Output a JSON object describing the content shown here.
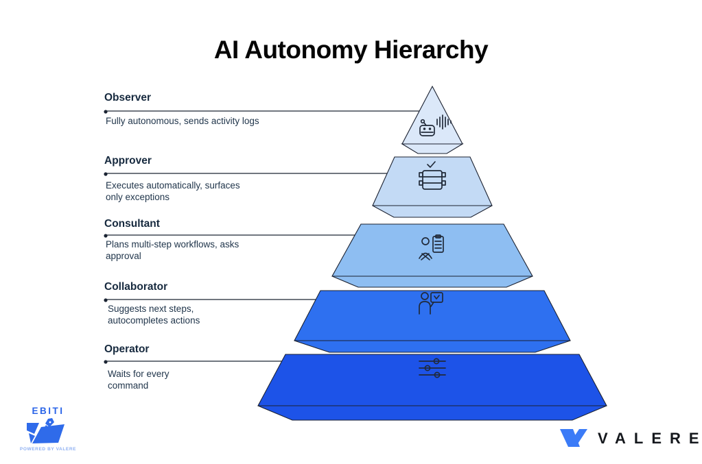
{
  "title": "AI Autonomy Hierarchy",
  "levels": [
    {
      "name": "Observer",
      "description": [
        "Fully autonomous, sends activity logs"
      ],
      "color": "#dbe8f9",
      "icon": "robot-activity-icon"
    },
    {
      "name": "Approver",
      "description": [
        "Executes automatically, surfaces",
        "only exceptions"
      ],
      "color": "#c3daf5",
      "icon": "server-check-icon"
    },
    {
      "name": "Consultant",
      "description": [
        "Plans multi-step workflows, asks",
        "approval"
      ],
      "color": "#8ebef2",
      "icon": "person-clipboard-icon"
    },
    {
      "name": "Collaborator",
      "description": [
        "Suggests next steps,",
        "autocompletes actions"
      ],
      "color": "#2e70f0",
      "icon": "person-chat-icon"
    },
    {
      "name": "Operator",
      "description": [
        "Waits for every",
        "command"
      ],
      "color": "#1d53e8",
      "icon": "sliders-icon"
    }
  ],
  "colors": {
    "ebiti_blue": "#2f6bea",
    "valere_blue": "#3b7bf7"
  },
  "footer": {
    "ebiti_name": "EBITI",
    "ebiti_tagline": "POWERED BY VALERE",
    "valere_name": "VALERE"
  }
}
